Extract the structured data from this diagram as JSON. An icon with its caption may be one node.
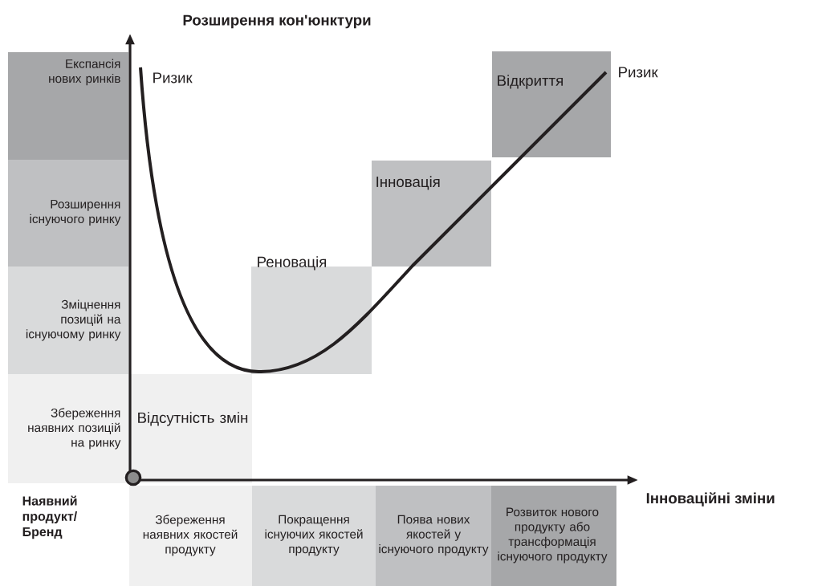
{
  "diagram": {
    "nodes": [
      {
        "text": [
          "Експансія нових ринків"
        ]
      },
      {
        "text": [
          "Розширення існуючого ринку"
        ]
      },
      {
        "text": [
          "Зміцнення позицій на існуючому ринку"
        ]
      },
      {
        "text": [
          "Збереження наявних позицій на ринку"
        ]
      },
      {
        "text": [
          "Відсутність змін"
        ]
      },
      {
        "text": [
          "Реновація"
        ]
      },
      {
        "text": [
          "Інновація"
        ]
      },
      {
        "text": [
          "Відкриття"
        ]
      },
      {
        "text": [
          "Збереження наявних якостей продукту"
        ]
      },
      {
        "text": [
          "Покращення існуючих якостей продукту"
        ]
      },
      {
        "text": [
          "Поява нових якостей у існуючого продукту"
        ]
      },
      {
        "text": [
          "Розвиток нового продукту або трансформація існуючого продукту"
        ]
      }
    ],
    "labels": [
      "Розширення кон'юнктури",
      "Ризик",
      "Ризик",
      "Інноваційні зміни",
      "Наявний продукт/ Бренд"
    ]
  }
}
